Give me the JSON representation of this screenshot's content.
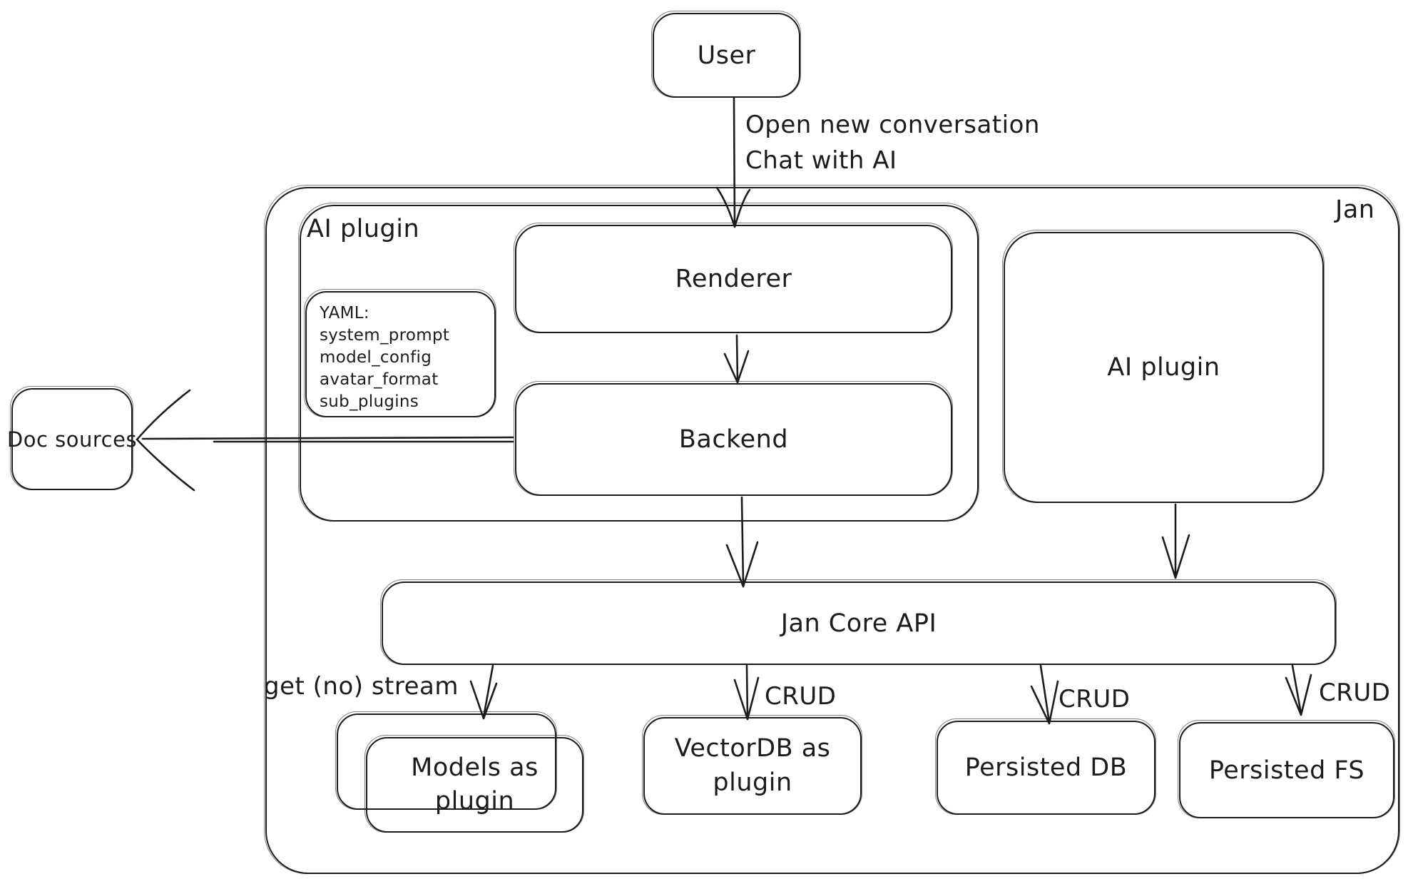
{
  "colors": {
    "stroke": "#1c1c1c",
    "background": "#ffffff"
  },
  "nodes": {
    "user": {
      "label": "User"
    },
    "jan": {
      "label": "Jan"
    },
    "ai_plugin_container": {
      "label": "AI plugin"
    },
    "renderer": {
      "label": "Renderer"
    },
    "yaml_note": {
      "lines": [
        "YAML:",
        "system_prompt",
        "model_config",
        "avatar_format",
        "sub_plugins"
      ]
    },
    "backend": {
      "label": "Backend"
    },
    "ai_plugin_right": {
      "label": "AI plugin"
    },
    "doc_sources": {
      "label": "Doc sources"
    },
    "jan_core_api": {
      "label": "Jan Core API"
    },
    "models": {
      "label": "Models as plugin"
    },
    "vectordb": {
      "label": "VectorDB as plugin"
    },
    "persisted_db": {
      "label": "Persisted DB"
    },
    "persisted_fs": {
      "label": "Persisted FS"
    }
  },
  "edge_labels": {
    "user_to_plugin": [
      "Open new conversation",
      "Chat with AI"
    ],
    "get_stream": "get (no) stream",
    "crud_vectordb": "CRUD",
    "crud_db": "CRUD",
    "crud_fs": "CRUD"
  }
}
